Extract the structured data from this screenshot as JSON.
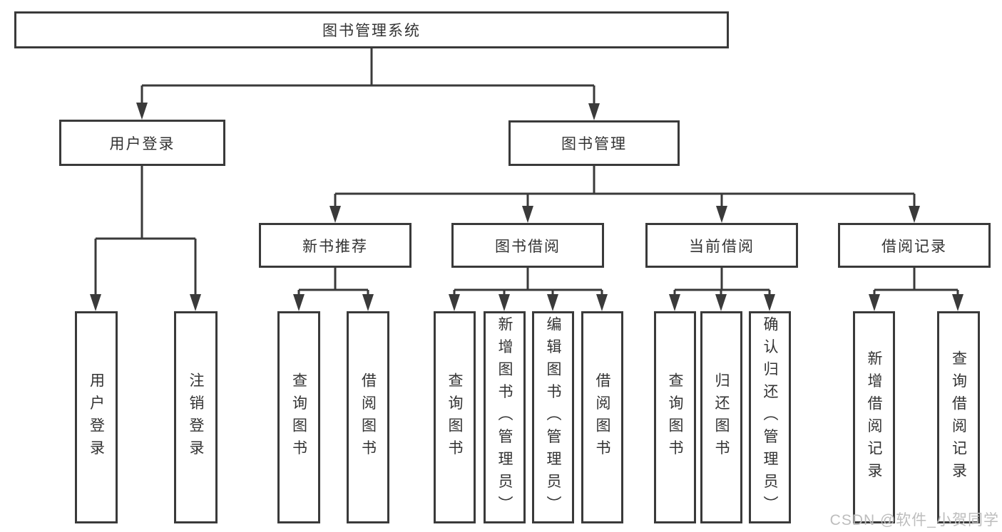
{
  "diagram": {
    "root": {
      "label": "图书管理系统"
    },
    "level2": [
      {
        "label": "用户登录"
      },
      {
        "label": "图书管理"
      }
    ],
    "level3": [
      {
        "label": "新书推荐"
      },
      {
        "label": "图书借阅"
      },
      {
        "label": "当前借阅"
      },
      {
        "label": "借阅记录"
      }
    ],
    "leaves": {
      "user_login": [
        "用户登录",
        "注销登录"
      ],
      "new_book_recommend": [
        "查询图书",
        "借阅图书"
      ],
      "book_borrow": [
        "查询图书",
        "新增图书（管理员）",
        "编辑图书（管理员）",
        "借阅图书"
      ],
      "current_borrow": [
        "查询图书",
        "归还图书",
        "确认归还（管理员）"
      ],
      "borrow_records": [
        "新增借阅记录",
        "查询借阅记录"
      ]
    }
  },
  "watermark": {
    "text": "CSDN @软件_小贺同学"
  },
  "colors": {
    "line": "#3a3a3a",
    "text": "#333333",
    "background": "#ffffff",
    "box_fill": "#ffffff",
    "watermark": "#bdbdbd"
  }
}
